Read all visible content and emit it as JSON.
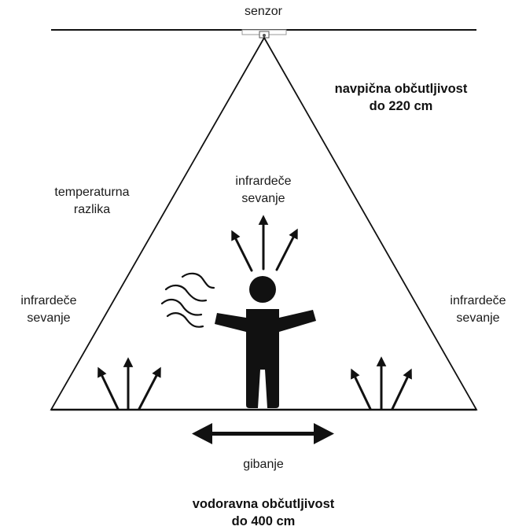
{
  "labels": {
    "sensor": "senzor",
    "vertical_sensitivity": {
      "line1": "navpična občutljivost",
      "line2": "do 220 cm"
    },
    "temperature_difference": {
      "line1": "temperaturna",
      "line2": "razlika"
    },
    "infrared_top": {
      "line1": "infrardeče",
      "line2": "sevanje"
    },
    "infrared_left": {
      "line1": "infrardeče",
      "line2": "sevanje"
    },
    "infrared_right": {
      "line1": "infrardeče",
      "line2": "sevanje"
    },
    "movement": "gibanje",
    "horizontal_sensitivity": {
      "line1": "vodoravna občutljivost",
      "line2": "do 400 cm"
    }
  },
  "icons": {
    "person": "person-icon",
    "heat_waves": "heat-waves-icon",
    "sensor": "motion-sensor-icon",
    "movement": "double-arrow-icon"
  },
  "colors": {
    "line": "#111111",
    "background": "#ffffff"
  }
}
